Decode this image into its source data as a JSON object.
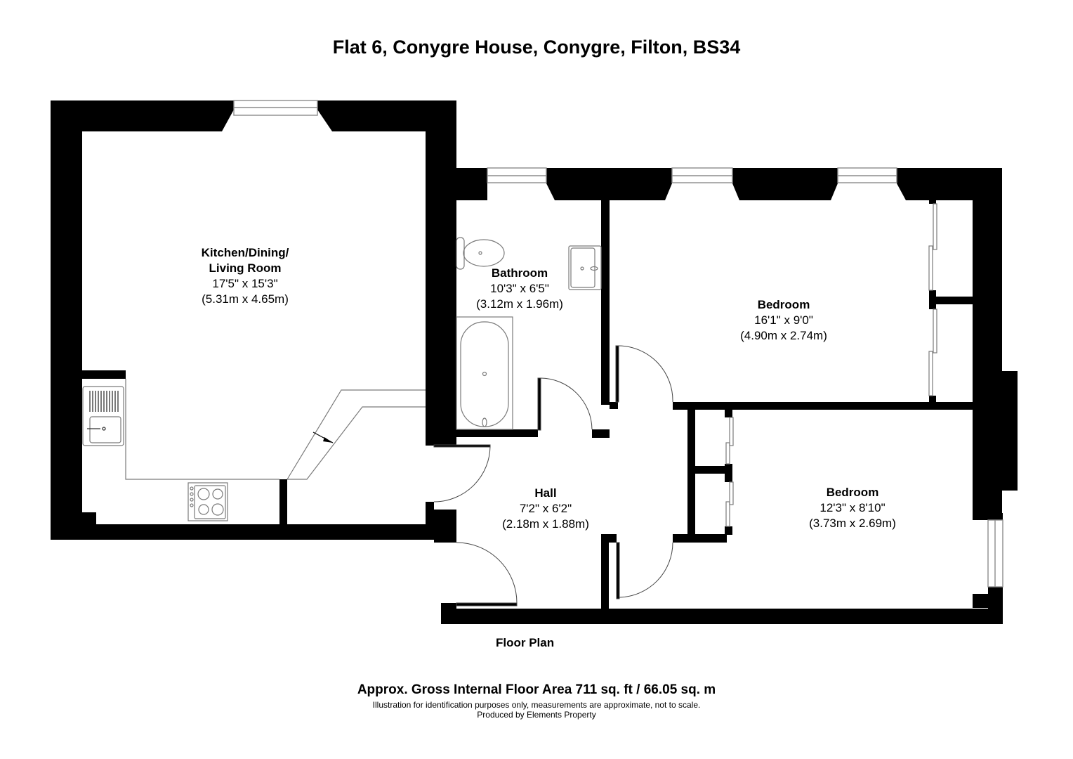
{
  "header": {
    "title": "Flat 6, Conygre House, Conygre, Filton, BS34"
  },
  "rooms": [
    {
      "name_line1": "Kitchen/Dining/",
      "name_line2": "Living Room",
      "imperial": "17'5\" x 15'3\"",
      "metric": "(5.31m x 4.65m)"
    },
    {
      "name": "Bathroom",
      "imperial": "10'3\" x 6'5\"",
      "metric": "(3.12m x 1.96m)"
    },
    {
      "name": "Bedroom",
      "imperial": "16'1\" x 9'0\"",
      "metric": "(4.90m x 2.74m)"
    },
    {
      "name": "Hall",
      "imperial": "7'2\" x 6'2\"",
      "metric": "(2.18m x 1.88m)"
    },
    {
      "name": "Bedroom",
      "imperial": "12'3\" x 8'10\"",
      "metric": "(3.73m x 2.69m)"
    }
  ],
  "plan": {
    "floor_label": "Floor Plan",
    "wall_color": "#000000",
    "line_color": "#8c8c8c",
    "background": "#ffffff"
  },
  "footer": {
    "area": "Approx. Gross Internal Floor Area 711 sq. ft / 66.05 sq. m",
    "disclaimer": "Illustration for identification purposes only, measurements are approximate, not to scale.",
    "credit": "Produced by Elements Property"
  }
}
